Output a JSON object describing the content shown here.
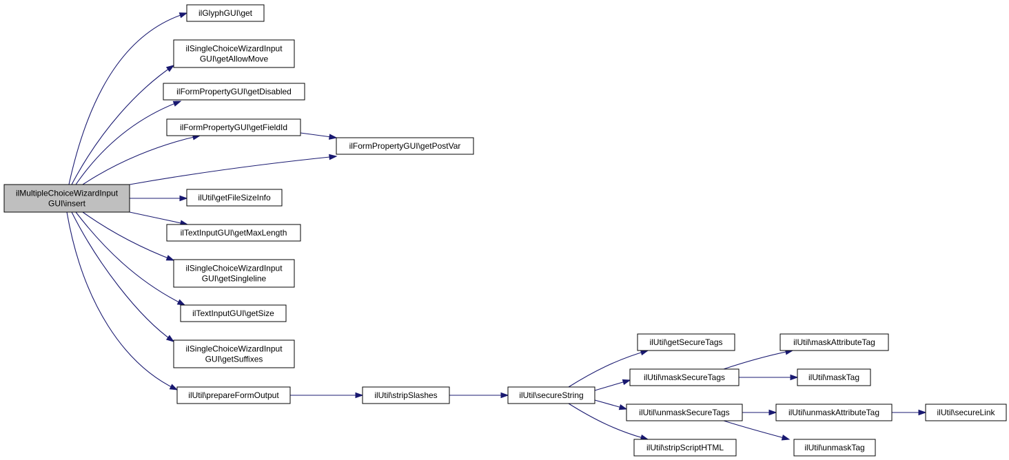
{
  "graph": {
    "edge_color": "#191970",
    "root_fill": "#bfbfbf",
    "nodes": [
      {
        "id": "root",
        "lines": [
          "ilMultipleChoiceWizardInput",
          "GUI\\insert"
        ]
      },
      {
        "id": "glyph_get",
        "lines": [
          "ilGlyphGUI\\get"
        ]
      },
      {
        "id": "sc_allowmove",
        "lines": [
          "ilSingleChoiceWizardInput",
          "GUI\\getAllowMove"
        ]
      },
      {
        "id": "fp_disabled",
        "lines": [
          "ilFormPropertyGUI\\getDisabled"
        ]
      },
      {
        "id": "fp_fieldid",
        "lines": [
          "ilFormPropertyGUI\\getFieldId"
        ]
      },
      {
        "id": "fp_postvar",
        "lines": [
          "ilFormPropertyGUI\\getPostVar"
        ]
      },
      {
        "id": "util_filesize",
        "lines": [
          "ilUtil\\getFileSizeInfo"
        ]
      },
      {
        "id": "ti_maxlength",
        "lines": [
          "ilTextInputGUI\\getMaxLength"
        ]
      },
      {
        "id": "sc_singleline",
        "lines": [
          "ilSingleChoiceWizardInput",
          "GUI\\getSingleline"
        ]
      },
      {
        "id": "ti_size",
        "lines": [
          "ilTextInputGUI\\getSize"
        ]
      },
      {
        "id": "sc_suffixes",
        "lines": [
          "ilSingleChoiceWizardInput",
          "GUI\\getSuffixes"
        ]
      },
      {
        "id": "util_prepare",
        "lines": [
          "ilUtil\\prepareFormOutput"
        ]
      },
      {
        "id": "util_strip",
        "lines": [
          "ilUtil\\stripSlashes"
        ]
      },
      {
        "id": "util_secure",
        "lines": [
          "ilUtil\\secureString"
        ]
      },
      {
        "id": "util_gettags",
        "lines": [
          "ilUtil\\getSecureTags"
        ]
      },
      {
        "id": "util_masktags",
        "lines": [
          "ilUtil\\maskSecureTags"
        ]
      },
      {
        "id": "util_unmasktags",
        "lines": [
          "ilUtil\\unmaskSecureTags"
        ]
      },
      {
        "id": "util_stripscript",
        "lines": [
          "ilUtil\\stripScriptHTML"
        ]
      },
      {
        "id": "util_maskattr",
        "lines": [
          "ilUtil\\maskAttributeTag"
        ]
      },
      {
        "id": "util_masktag",
        "lines": [
          "ilUtil\\maskTag"
        ]
      },
      {
        "id": "util_unmaskattr",
        "lines": [
          "ilUtil\\unmaskAttributeTag"
        ]
      },
      {
        "id": "util_unmasktag",
        "lines": [
          "ilUtil\\unmaskTag"
        ]
      },
      {
        "id": "util_securelink",
        "lines": [
          "ilUtil\\secureLink"
        ]
      }
    ],
    "edges": [
      [
        "root",
        "glyph_get"
      ],
      [
        "root",
        "sc_allowmove"
      ],
      [
        "root",
        "fp_disabled"
      ],
      [
        "root",
        "fp_fieldid"
      ],
      [
        "root",
        "fp_postvar"
      ],
      [
        "fp_fieldid",
        "fp_postvar"
      ],
      [
        "root",
        "util_filesize"
      ],
      [
        "root",
        "ti_maxlength"
      ],
      [
        "root",
        "sc_singleline"
      ],
      [
        "root",
        "ti_size"
      ],
      [
        "root",
        "sc_suffixes"
      ],
      [
        "root",
        "util_prepare"
      ],
      [
        "util_prepare",
        "util_strip"
      ],
      [
        "util_strip",
        "util_secure"
      ],
      [
        "util_secure",
        "util_gettags"
      ],
      [
        "util_secure",
        "util_masktags"
      ],
      [
        "util_secure",
        "util_unmasktags"
      ],
      [
        "util_secure",
        "util_stripscript"
      ],
      [
        "util_masktags",
        "util_maskattr"
      ],
      [
        "util_masktags",
        "util_masktag"
      ],
      [
        "util_unmasktags",
        "util_unmaskattr"
      ],
      [
        "util_unmasktags",
        "util_unmasktag"
      ],
      [
        "util_unmaskattr",
        "util_securelink"
      ]
    ]
  }
}
